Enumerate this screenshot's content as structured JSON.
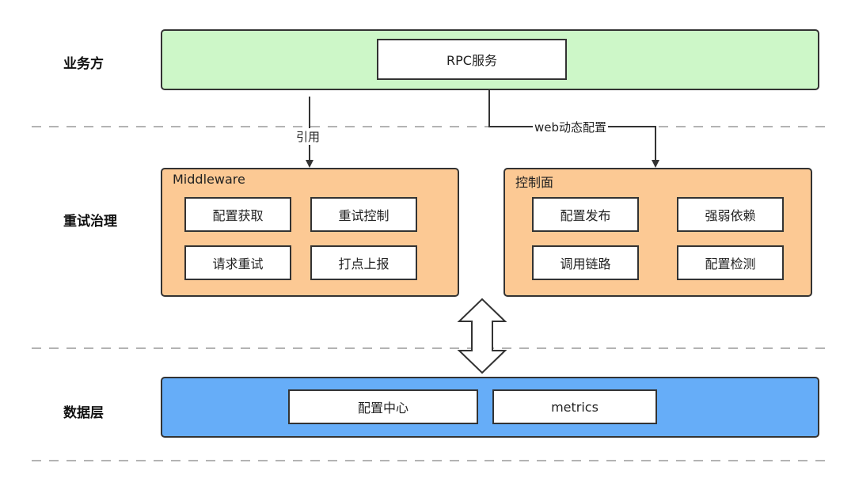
{
  "layers": {
    "business": "业务方",
    "retry": "重试治理",
    "data": "数据层"
  },
  "business_box": {
    "rpc": "RPC服务"
  },
  "middleware": {
    "title": "Middleware",
    "items": [
      "配置获取",
      "重试控制",
      "请求重试",
      "打点上报"
    ]
  },
  "control": {
    "title": "控制面",
    "items": [
      "配置发布",
      "强弱依赖",
      "调用链路",
      "配置检测"
    ]
  },
  "data_box": {
    "items": [
      "配置中心",
      "metrics"
    ]
  },
  "edges": {
    "reference": "引用",
    "web_config": "web动态配置"
  },
  "colors": {
    "business": "#cdf7c8",
    "retry": "#fcc994",
    "data": "#66adf8"
  }
}
